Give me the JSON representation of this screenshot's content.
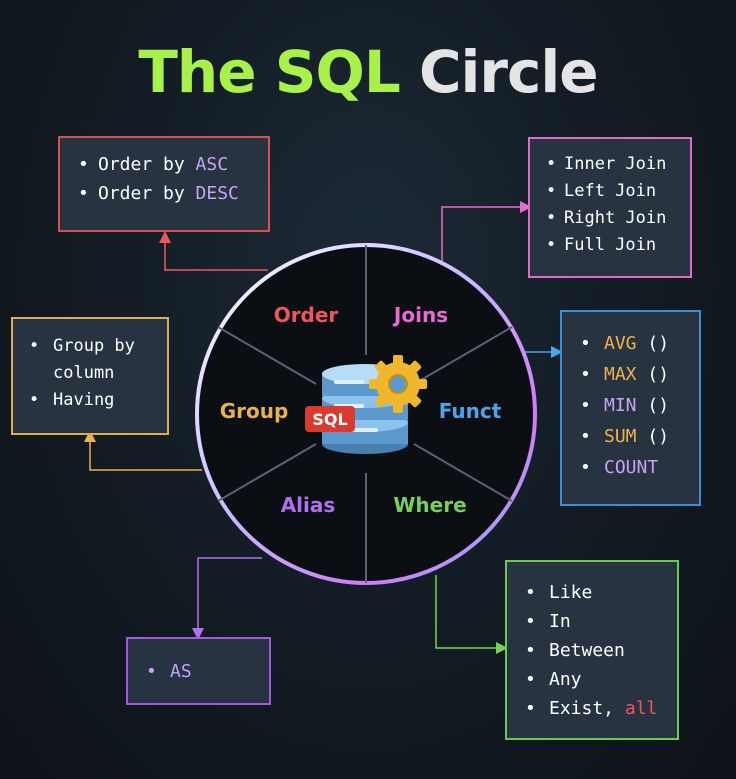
{
  "title": {
    "part1": "The ",
    "part2": "SQL",
    "part3": " Circle"
  },
  "colors": {
    "title_green": "#a8f04a",
    "title_gray": "#e4e4e4",
    "order": "#f0575c",
    "joins": "#e96bd2",
    "funct": "#4aa6ea",
    "where": "#77d158",
    "alias": "#b46ef0",
    "group": "#e9b24e",
    "circle_line": "#5a6470"
  },
  "center_icon": {
    "name": "database-gear-icon",
    "label": "SQL"
  },
  "segments": {
    "order": "Order",
    "joins": "Joins",
    "funct": "Funct",
    "where": "Where",
    "alias": "Alias",
    "group": "Group"
  },
  "boxes": {
    "order": {
      "items": [
        [
          "Order by ",
          "ASC"
        ],
        [
          "Order by ",
          "DESC"
        ]
      ]
    },
    "joins": {
      "items": [
        "Inner Join",
        "Left Join",
        "Right Join",
        "Full Join"
      ]
    },
    "group": {
      "items": [
        "Group by",
        "column",
        "Having"
      ]
    },
    "funct": {
      "items": [
        [
          "AVG",
          " ()"
        ],
        [
          "MAX",
          " ()"
        ],
        [
          "MIN",
          " ()"
        ],
        [
          "SUM",
          " ()"
        ],
        [
          "COUNT",
          ""
        ]
      ]
    },
    "alias": {
      "items": [
        "AS"
      ]
    },
    "where": {
      "items": [
        "Like",
        "In",
        "Between",
        "Any"
      ],
      "last": [
        "Exist, ",
        "all"
      ]
    }
  }
}
